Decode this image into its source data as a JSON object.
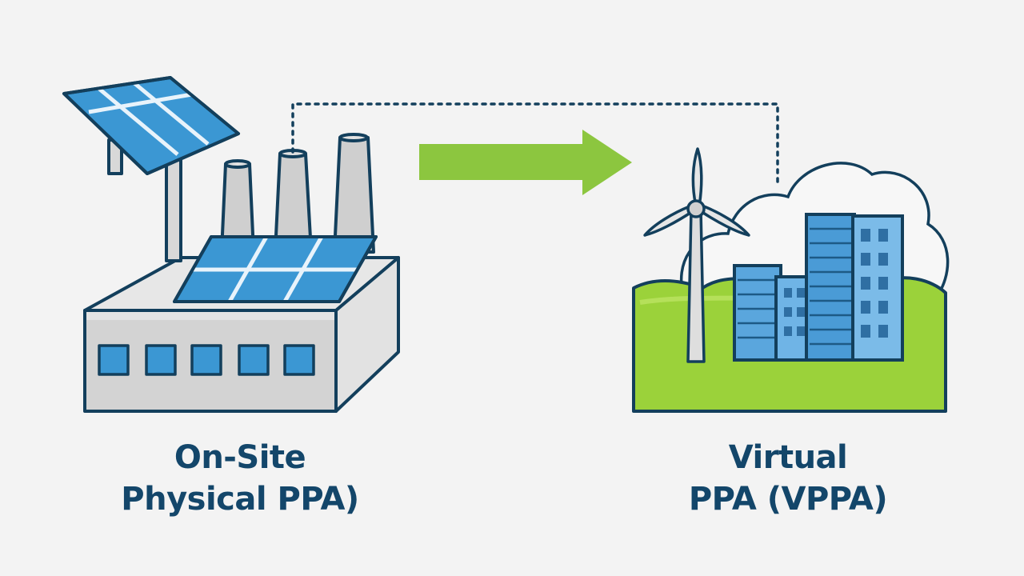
{
  "left_panel": {
    "title_line1": "On-Site",
    "title_line2": "Physical PPA)"
  },
  "right_panel": {
    "title_line1": "Virtual",
    "title_line2": "PPA (VPPA)"
  },
  "icons": {
    "factory": "factory-with-solar-icon",
    "arrow": "arrow-right-icon",
    "connector": "dotted-connector",
    "wind_city": "wind-turbine-city-icon"
  },
  "colors": {
    "outline": "#133f5c",
    "text": "#13466a",
    "solar_blue": "#3b97d3",
    "arrow_green": "#8cc63f",
    "grass_green": "#9bd23a",
    "building_gray": "#d3d3d3",
    "background": "#f3f3f3"
  }
}
